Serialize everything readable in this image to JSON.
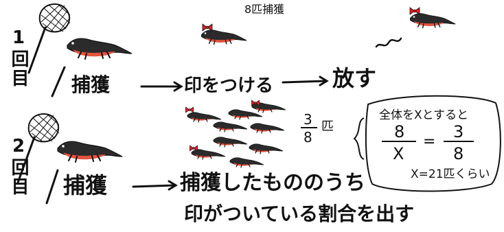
{
  "round1": {
    "label": "1回目",
    "action_catch": "捕獲",
    "action_mark": "印をつける",
    "action_release": "放す",
    "count_caught": "8匹捕獲"
  },
  "round2": {
    "label": "2回目",
    "action_catch": "捕獲",
    "result_line1": "捕獲したもののうち",
    "result_line2": "印がついている割合を出す",
    "fraction_num": "3",
    "fraction_den": "8",
    "fraction_unit": "匹"
  },
  "calculation": {
    "intro": "全体をXとすると",
    "lhs_num": "8",
    "lhs_den": "X",
    "equals": "=",
    "rhs_num": "3",
    "rhs_den": "8",
    "answer": "X=21匹くらい"
  },
  "icons": [
    "net-icon",
    "salamander-icon",
    "bow-mark-icon",
    "arrow-icon",
    "brace-icon"
  ],
  "colors": {
    "salamander_body": "#2b2b2b",
    "salamander_belly": "#e5533d",
    "bow": "#e31e24",
    "ink": "#111111"
  }
}
